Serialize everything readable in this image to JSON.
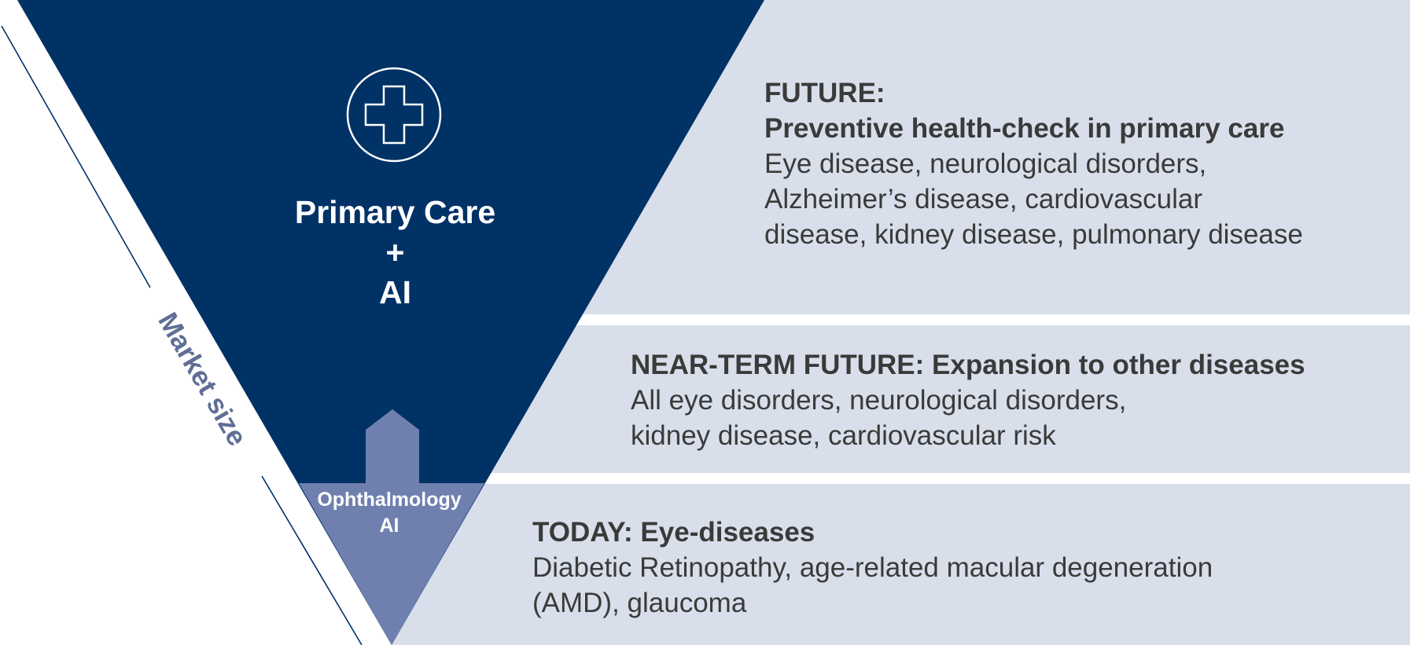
{
  "colors": {
    "dark_navy": "#003266",
    "light_band": "#d8dfeb",
    "ophthalmology_fill": "#6f80ae",
    "axis_text": "#5f6e95",
    "body_text": "#3a3a3a"
  },
  "icons": {
    "primary_care": "medical-cross-icon",
    "growth_arrow": "up-arrow-icon"
  },
  "axis": {
    "label": "Market size"
  },
  "center": {
    "line1": "Primary Care",
    "line2": "+",
    "line3": "AI"
  },
  "base": {
    "line1": "Ophthalmology",
    "line2": "AI"
  },
  "future": {
    "heading1": "FUTURE:",
    "heading2": "Preventive health-check in primary care",
    "body": [
      "Eye disease, neurological disorders,",
      "Alzheimer’s disease, cardiovascular",
      "disease, kidney disease, pulmonary disease"
    ]
  },
  "near_term": {
    "heading": "NEAR-TERM FUTURE: Expansion to other diseases",
    "body": [
      "All eye disorders, neurological disorders,",
      "kidney disease, cardiovascular risk"
    ]
  },
  "today": {
    "heading": "TODAY: Eye-diseases",
    "body": [
      "Diabetic Retinopathy, age-related macular degeneration",
      "(AMD), glaucoma"
    ]
  }
}
